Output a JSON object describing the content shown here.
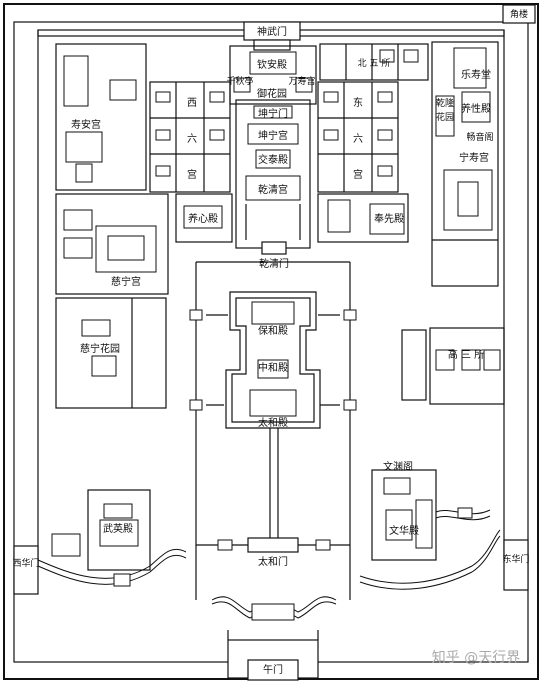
{
  "labels": {
    "jiaolou": "角楼",
    "shenwumen": "神武门",
    "qinandian": "钦安殿",
    "qianqiuting": "千秋亭",
    "wanshougong": "万寿宫",
    "yuhuayuan": "御花园",
    "beiwusuo": "北 五 所",
    "xi": "西",
    "liu_w": "六",
    "gong_w": "宫",
    "dong": "东",
    "liu_e": "六",
    "gong_e": "宫",
    "kunningmen": "坤宁门",
    "kunninggong": "坤宁宫",
    "jiaotaidian": "交泰殿",
    "qianqinggong": "乾清宫",
    "shouangong": "寿安宫",
    "yangxindian": "养心殿",
    "fengxiandian": "奉先殿",
    "leshoutang": "乐寿堂",
    "yangxingdian": "养性殿",
    "qianlong": "乾隆",
    "huayuan": "花园",
    "changyinge": "畅音阁",
    "ningshougong": "宁寿宫",
    "cininggong": "慈宁宫",
    "qianqingmen": "乾清门",
    "baohedian": "保和殿",
    "zhonghedian": "中和殿",
    "taihedian": "太和殿",
    "cininghuayuan": "慈宁花园",
    "gaosansuo": "高 三 所",
    "wenyuange": "文渊阁",
    "wuyingdian": "武英殿",
    "wenhuadian": "文华殿",
    "taihemen": "太和门",
    "xihuamen": "西华门",
    "donghuamen": "东华门",
    "wumen": "午门",
    "watermark": "知乎 @天行界"
  },
  "colors": {
    "ink": "#111111",
    "paper": "#ffffff",
    "watermark": "#aaaaaa"
  }
}
